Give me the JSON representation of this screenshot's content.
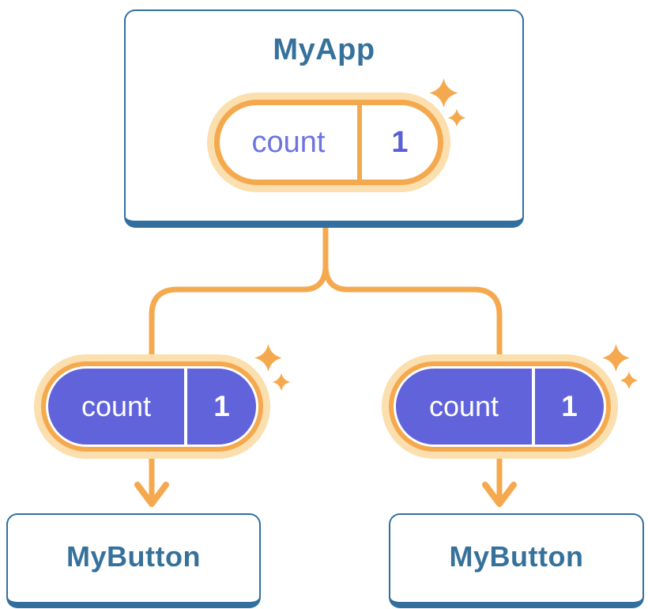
{
  "colors": {
    "blue": "#336F9E",
    "blue-text": "#36719B",
    "orange": "#F5A94F",
    "glow": "#FBDFAE",
    "purple": "#6163DB",
    "purple-text": "#6E73E1",
    "purple-value": "#5A5FD3"
  },
  "tree": {
    "root": {
      "title": "MyApp",
      "state": {
        "name": "count",
        "value": "1"
      }
    },
    "children": [
      {
        "title": "MyButton",
        "state": {
          "name": "count",
          "value": "1"
        }
      },
      {
        "title": "MyButton",
        "state": {
          "name": "count",
          "value": "1"
        }
      }
    ]
  },
  "icons": {
    "sparkle": "sparkle-icon",
    "arrow_down": "arrow-down-icon"
  }
}
